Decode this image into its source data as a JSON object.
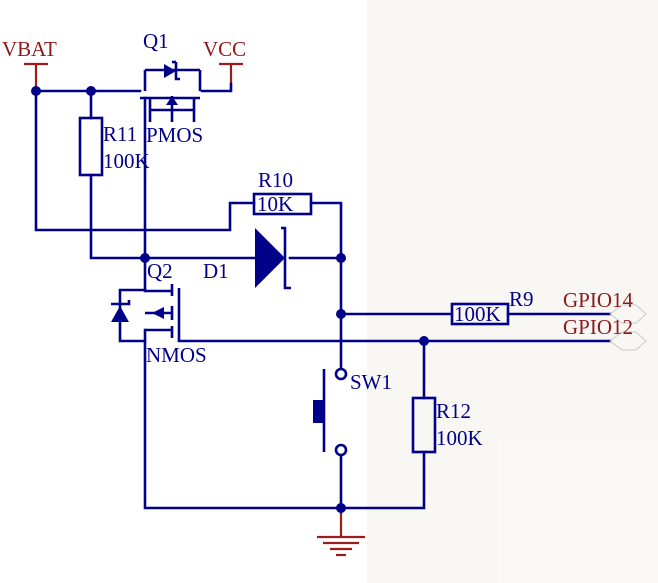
{
  "labels": {
    "vbat": "VBAT",
    "vcc": "VCC",
    "q1": "Q1",
    "pmos": "PMOS",
    "r11": "R11",
    "r11_value": "100K",
    "r10": "R10",
    "r10_value": "10K",
    "q2": "Q2",
    "d1": "D1",
    "nmos": "NMOS",
    "r9": "R9",
    "r9_value": "100K",
    "gpio_top": "GPIO14",
    "gpio_bottom": "GPIO12",
    "sw1": "SW1",
    "r12": "R12",
    "r12_value": "100K"
  },
  "colors": {
    "wire": "#000088",
    "net_label": "#8b1a1a",
    "power_symbol": "#9b1c1c"
  }
}
